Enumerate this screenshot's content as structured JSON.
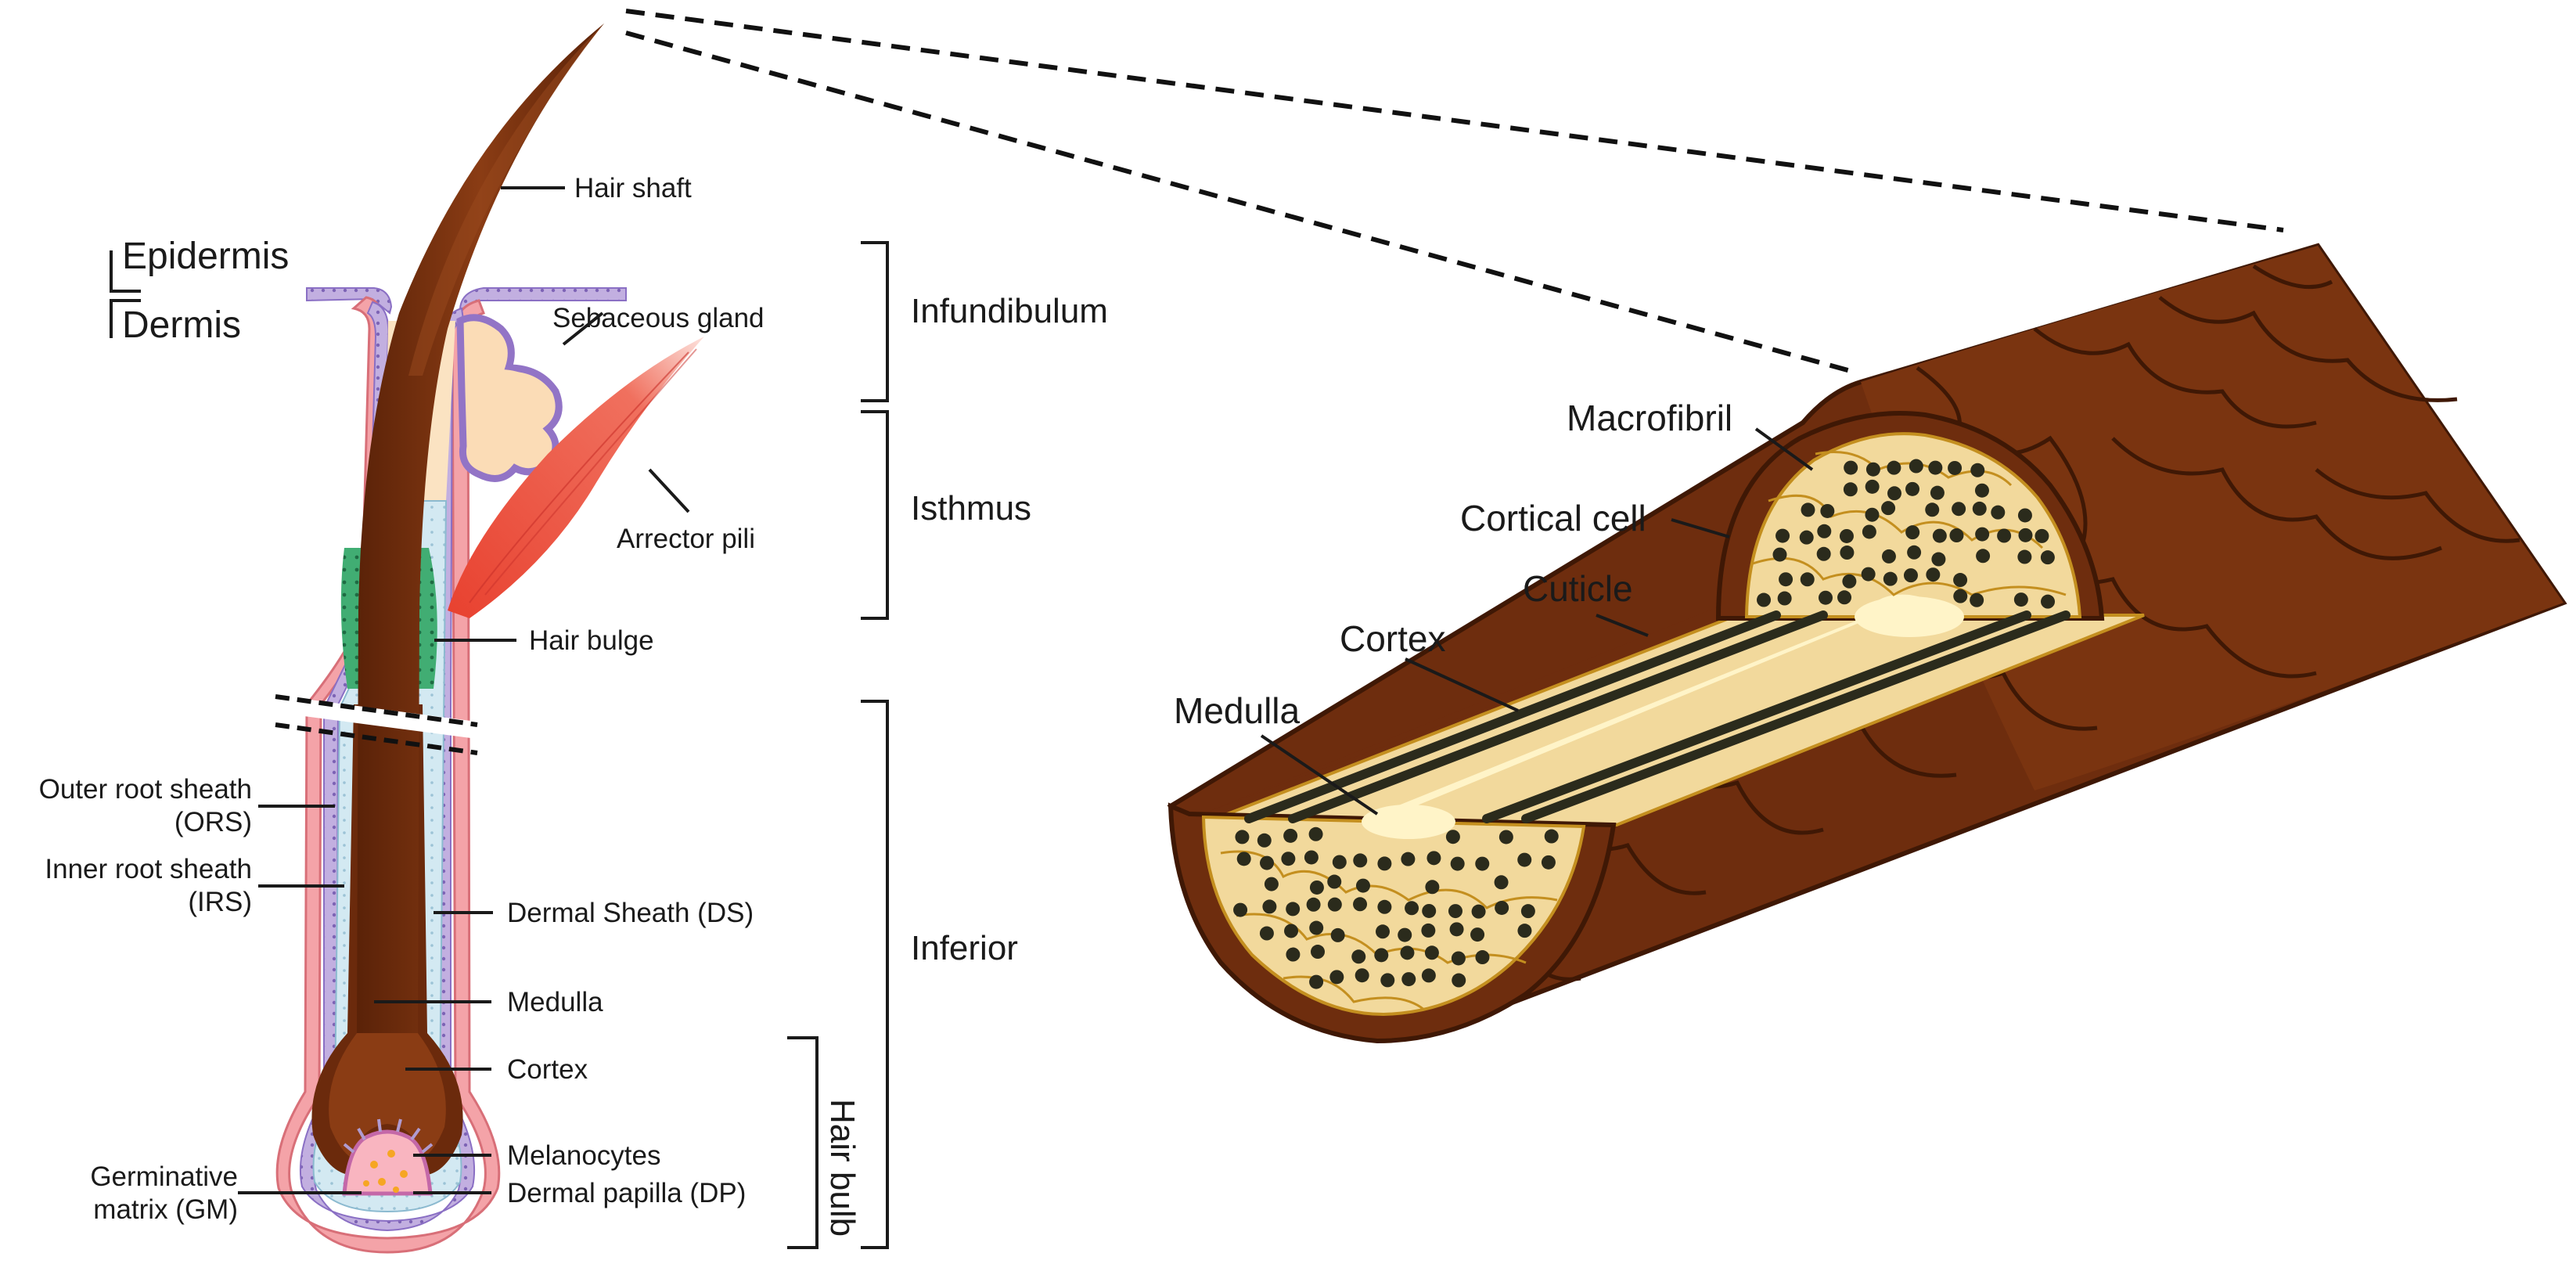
{
  "layers": {
    "epidermis": "Epidermis",
    "dermis": "Dermis"
  },
  "follicle_labels": {
    "hair_shaft": "Hair shaft",
    "sebaceous_gland": "Sebaceous gland",
    "arrector_pili": "Arrector pili",
    "hair_bulge": "Hair bulge",
    "ors_line1": "Outer root sheath",
    "ors_line2": "(ORS)",
    "irs_line1": "Inner root sheath",
    "irs_line2": "(IRS)",
    "dermal_sheath": "Dermal Sheath (DS)",
    "medulla": "Medulla",
    "cortex": "Cortex",
    "melanocytes": "Melanocytes",
    "gm_line1": "Germinative",
    "gm_line2": "matrix (GM)",
    "dermal_papilla": "Dermal papilla (DP)"
  },
  "regions": {
    "infundibulum": "Infundibulum",
    "isthmus": "Isthmus",
    "inferior": "Inferior",
    "hair_bulb": "Hair bulb"
  },
  "shaft_labels": {
    "macrofibril": "Macrofibril",
    "cortical_cell": "Cortical cell",
    "cuticle": "Cuticle",
    "cortex": "Cortex",
    "medulla": "Medulla"
  },
  "colors": {
    "hair_dark": "#6b2a0c",
    "hair_mid": "#7a3410",
    "cuticle_edge": "#4a1c06",
    "cortex_fill": "#f2d99c",
    "cortex_border": "#c48f1f",
    "macrofibril": "#2b2b1c",
    "medulla_fill": "#fff4c8",
    "skin_pink": "#f4a3a8",
    "epidermis_purple": "#b8a3d9",
    "irs_blue": "#cfe6f0",
    "bulge_green": "#3aa56b",
    "sebaceous": "#fbdcb6",
    "arrector": "#ee4e3e"
  }
}
